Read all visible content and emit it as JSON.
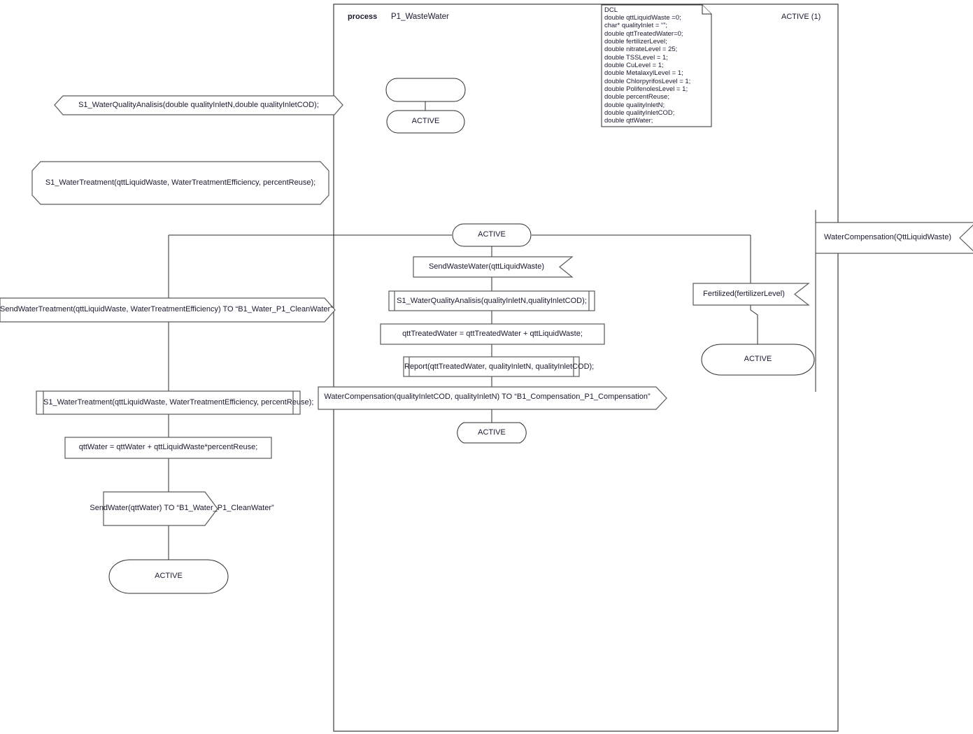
{
  "diagram": {
    "type": "SDL process diagram",
    "frame": {
      "keyword": "process",
      "name": "P1_WasteWater",
      "state_counter": "ACTIVE (1)"
    },
    "dcl": {
      "title": "DCL",
      "lines": [
        "double qttLiquidWaste =0;",
        "char* qualityInlet = “”;",
        "double qttTreatedWater=0;",
        "double fertilizerLevel;",
        "double nitrateLevel = 25;",
        "double TSSLevel = 1;",
        "double CuLevel = 1;",
        "double MetalaxylLevel = 1;",
        "double ChlorpyrifosLevel = 1;",
        "double PolifenolesLevel = 1;",
        "double percentReuse;",
        "double qualityInletN;",
        "double qualityInletCOD;",
        "double qttWater;"
      ]
    },
    "declarations": [
      {
        "id": "decl-water-quality-analisis",
        "text": "S1_WaterQualityAnalisis(double qualityInletN,double qualityInletCOD);"
      },
      {
        "id": "decl-water-treatment",
        "text": "S1_WaterTreatment(qttLiquidWaste, WaterTreatmentEfficiency, percentReuse);"
      }
    ],
    "start": {
      "label": ""
    },
    "states": {
      "start_active": "ACTIVE",
      "main_active": "ACTIVE",
      "middle_end_active": "ACTIVE",
      "left_end_active": "ACTIVE",
      "right_end_active": "ACTIVE"
    },
    "inputs": [
      {
        "id": "input-send-waste-water",
        "text": "SendWasteWater(qttLiquidWaste)"
      },
      {
        "id": "input-fertilized",
        "text": "Fertilized(fertilizerLevel)"
      },
      {
        "id": "input-water-compensation",
        "text": "WaterCompensation(QttLiquidWaste)"
      }
    ],
    "outputs": [
      {
        "id": "output-send-water-treatment",
        "text": "SendWaterTreatment(qttLiquidWaste, WaterTreatmentEfficiency) TO “B1_Water_P1_CleanWater”"
      },
      {
        "id": "output-water-compensation",
        "text": "WaterCompensation(qualityInletCOD, qualityInletN) TO “B1_Compensation_P1_Compensation”"
      },
      {
        "id": "output-send-water",
        "text": "SendWater(qttWater) TO “B1_Water_P1_CleanWater”"
      }
    ],
    "procedure_calls": [
      {
        "id": "call-water-quality-analisis",
        "text": "S1_WaterQualityAnalisis(qualityInletN,qualityInletCOD);"
      },
      {
        "id": "call-report",
        "text": "Report(qttTreatedWater, qualityInletN, qualityInletCOD);"
      },
      {
        "id": "call-water-treatment",
        "text": "S1_WaterTreatment(qttLiquidWaste, WaterTreatmentEfficiency, percentReuse);"
      }
    ],
    "tasks": [
      {
        "id": "task-qtt-treated-water",
        "text": "qttTreatedWater = qttTreatedWater + qttLiquidWaste;"
      },
      {
        "id": "task-qtt-water",
        "text": "qttWater = qttWater + qttLiquidWaste*percentReuse;"
      }
    ],
    "colors": {
      "background": "#ffffff",
      "stroke": "#5a5a5a",
      "stroke_dark": "#2b2b2b",
      "text": "#1a1a2e"
    }
  }
}
